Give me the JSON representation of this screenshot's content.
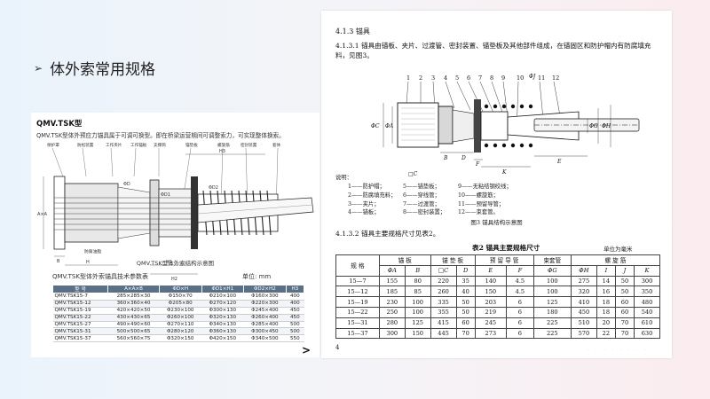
{
  "slide": {
    "title": "体外索常用规格",
    "bullet": "➢",
    "cursor": ">"
  },
  "left": {
    "heading": "QMV.TSK型",
    "desc": "QMV.TSK型体外预应力锚具属于可调可换型。即在桥梁运营期间可调整索力，可实现整体换索。",
    "figure_labels": [
      "保护罩",
      "防松装置",
      "工作夹片",
      "工作锚板",
      "支撑筒",
      "锚垫板",
      "螺旋筋",
      "密封装置",
      "套体"
    ],
    "dim_labels": [
      "A×A",
      "B",
      "H",
      "H1",
      "H2",
      "H3",
      "ΦD1",
      "ΦD2",
      "ΦD"
    ],
    "figure_callout": "防腐油脂",
    "caption": "QMV.TSK型体外索结构示意图",
    "table_title": "QMV.TSK型体外索锚具技术参数表",
    "unit": "单位: mm",
    "table": {
      "headers": [
        "型 号",
        "A×A×B",
        "ΦD×H",
        "ΦD1×H1",
        "ΦD2×H2",
        "H3"
      ],
      "rows": [
        [
          "QMV.TSK15-7",
          "285×285×30",
          "Φ150×70",
          "Φ210×100",
          "Φ160×300",
          "400"
        ],
        [
          "QMV.TSK15-12",
          "360×360×40",
          "Φ205×80",
          "Φ270×120",
          "Φ220×300",
          "400"
        ],
        [
          "QMV.TSK15-19",
          "420×420×50",
          "Φ230×100",
          "Φ300×130",
          "Φ245×400",
          "450"
        ],
        [
          "QMV.TSK15-22",
          "430×430×65",
          "Φ260×100",
          "Φ320×130",
          "Φ260×400",
          "450"
        ],
        [
          "QMV.TSK15-27",
          "490×490×60",
          "Φ270×110",
          "Φ340×130",
          "Φ285×400",
          "500"
        ],
        [
          "QMV.TSK15-31",
          "500×500×65",
          "Φ280×120",
          "Φ360×130",
          "Φ300×450",
          "500"
        ],
        [
          "QMV.TSK15-37",
          "560×560×75",
          "Φ320×150",
          "Φ420×150",
          "Φ340×500",
          "550"
        ]
      ]
    }
  },
  "right": {
    "section": "4.1.3    锚具",
    "para1": "4.1.3.1    锚具由锚板、夹片、过渡管、密封装置、锚垫板及其他部件组成，在锚固区和防护帽内有防腐填充料，见图3。",
    "callout_numbers": [
      "1",
      "2",
      "3",
      "4",
      "5",
      "6",
      "7",
      "8",
      "9",
      "10",
      "11",
      "12"
    ],
    "fig_letters": [
      "B",
      "D",
      "F",
      "K",
      "E",
      "ΦA",
      "ΦC",
      "ΦG",
      "ΦH",
      "□C",
      "ΦJ"
    ],
    "legend_title": "说明：",
    "legend": [
      "1——防护帽；",
      "5——锚垫板；",
      "9——无粘结钢绞线；",
      "2——防腐填充料；",
      "6——穿线管；",
      "10——螺旋筋；",
      "3——夹片；",
      "7——过渡管；",
      "11——预留导管；",
      "4——锚板；",
      "8——密封装置；",
      "12——束套管。"
    ],
    "fig_caption": "图3    锚具结构示意图",
    "para2": "4.1.3.2    锚具主要规格尺寸见表2。",
    "table_title": "表2    锚具主要规格尺寸",
    "unit": "单位为毫米",
    "table": {
      "head1": [
        {
          "t": "规 格",
          "cs": 1,
          "rs": 2
        },
        {
          "t": "锚    板",
          "cs": 2
        },
        {
          "t": "锚 垫 板",
          "cs": 2
        },
        {
          "t": "预 留 导 管",
          "cs": 2
        },
        {
          "t": "束套管",
          "cs": 1
        },
        {
          "t": "螺 旋 筋",
          "cs": 4
        }
      ],
      "head2": [
        "ΦA",
        "B",
        "□C",
        "D",
        "E",
        "F",
        "ΦG",
        "ΦH",
        "I",
        "J",
        "K"
      ],
      "rows": [
        [
          "15—7",
          "155",
          "80",
          "220",
          "35",
          "140",
          "4.5",
          "100",
          "275",
          "14",
          "50",
          "300"
        ],
        [
          "15—12",
          "185",
          "85",
          "260",
          "40",
          "150",
          "4.5",
          "100",
          "320",
          "16",
          "50",
          "350"
        ],
        [
          "15—19",
          "230",
          "100",
          "335",
          "50",
          "203",
          "6",
          "125",
          "410",
          "18",
          "60",
          "480"
        ],
        [
          "15—22",
          "250",
          "100",
          "355",
          "50",
          "219",
          "6",
          "180",
          "450",
          "18",
          "60",
          "540"
        ],
        [
          "15—31",
          "280",
          "125",
          "415",
          "60",
          "245",
          "6",
          "225",
          "510",
          "20",
          "70",
          "610"
        ],
        [
          "15—37",
          "300",
          "150",
          "445",
          "70",
          "273",
          "6",
          "225",
          "570",
          "22",
          "70",
          "630"
        ]
      ]
    },
    "page_number": "4"
  }
}
